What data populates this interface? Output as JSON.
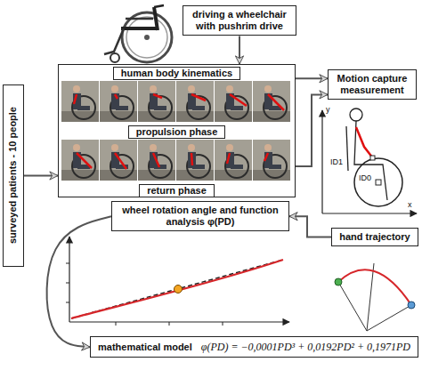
{
  "diagram": {
    "nodes": [
      {
        "text": [
          "driving a wheelchair with pushrim drive"
        ]
      },
      {
        "text": [
          "surveyed patients - 10 people"
        ]
      },
      {
        "text": [
          "human body kinematics",
          "propulsion phase",
          "return phase"
        ]
      },
      {
        "text": [
          "Motion capture measurement"
        ]
      },
      {
        "text": [
          "wheel rotation angle and function analysis φ(PD)"
        ]
      },
      {
        "text": [
          "hand trajectory"
        ]
      },
      {
        "text": [
          "mathematical model",
          "φ(PD) = −0,0001PD³ + 0,0192PD² + 0,1971PD"
        ]
      }
    ],
    "edges": [
      {
        "from": 0,
        "to": 2,
        "arrow": "to"
      },
      {
        "from": 1,
        "to": 2,
        "arrow": "to"
      },
      {
        "from": 2,
        "to": 3,
        "arrow": "to"
      },
      {
        "from": 2,
        "to": 3,
        "arrow": "to"
      },
      {
        "from": 5,
        "to": 4,
        "arrow": "to"
      },
      {
        "from": 4,
        "to": 6,
        "arrow": "to"
      }
    ],
    "labels": [
      "y",
      "x",
      "ID1",
      "ID0"
    ]
  }
}
